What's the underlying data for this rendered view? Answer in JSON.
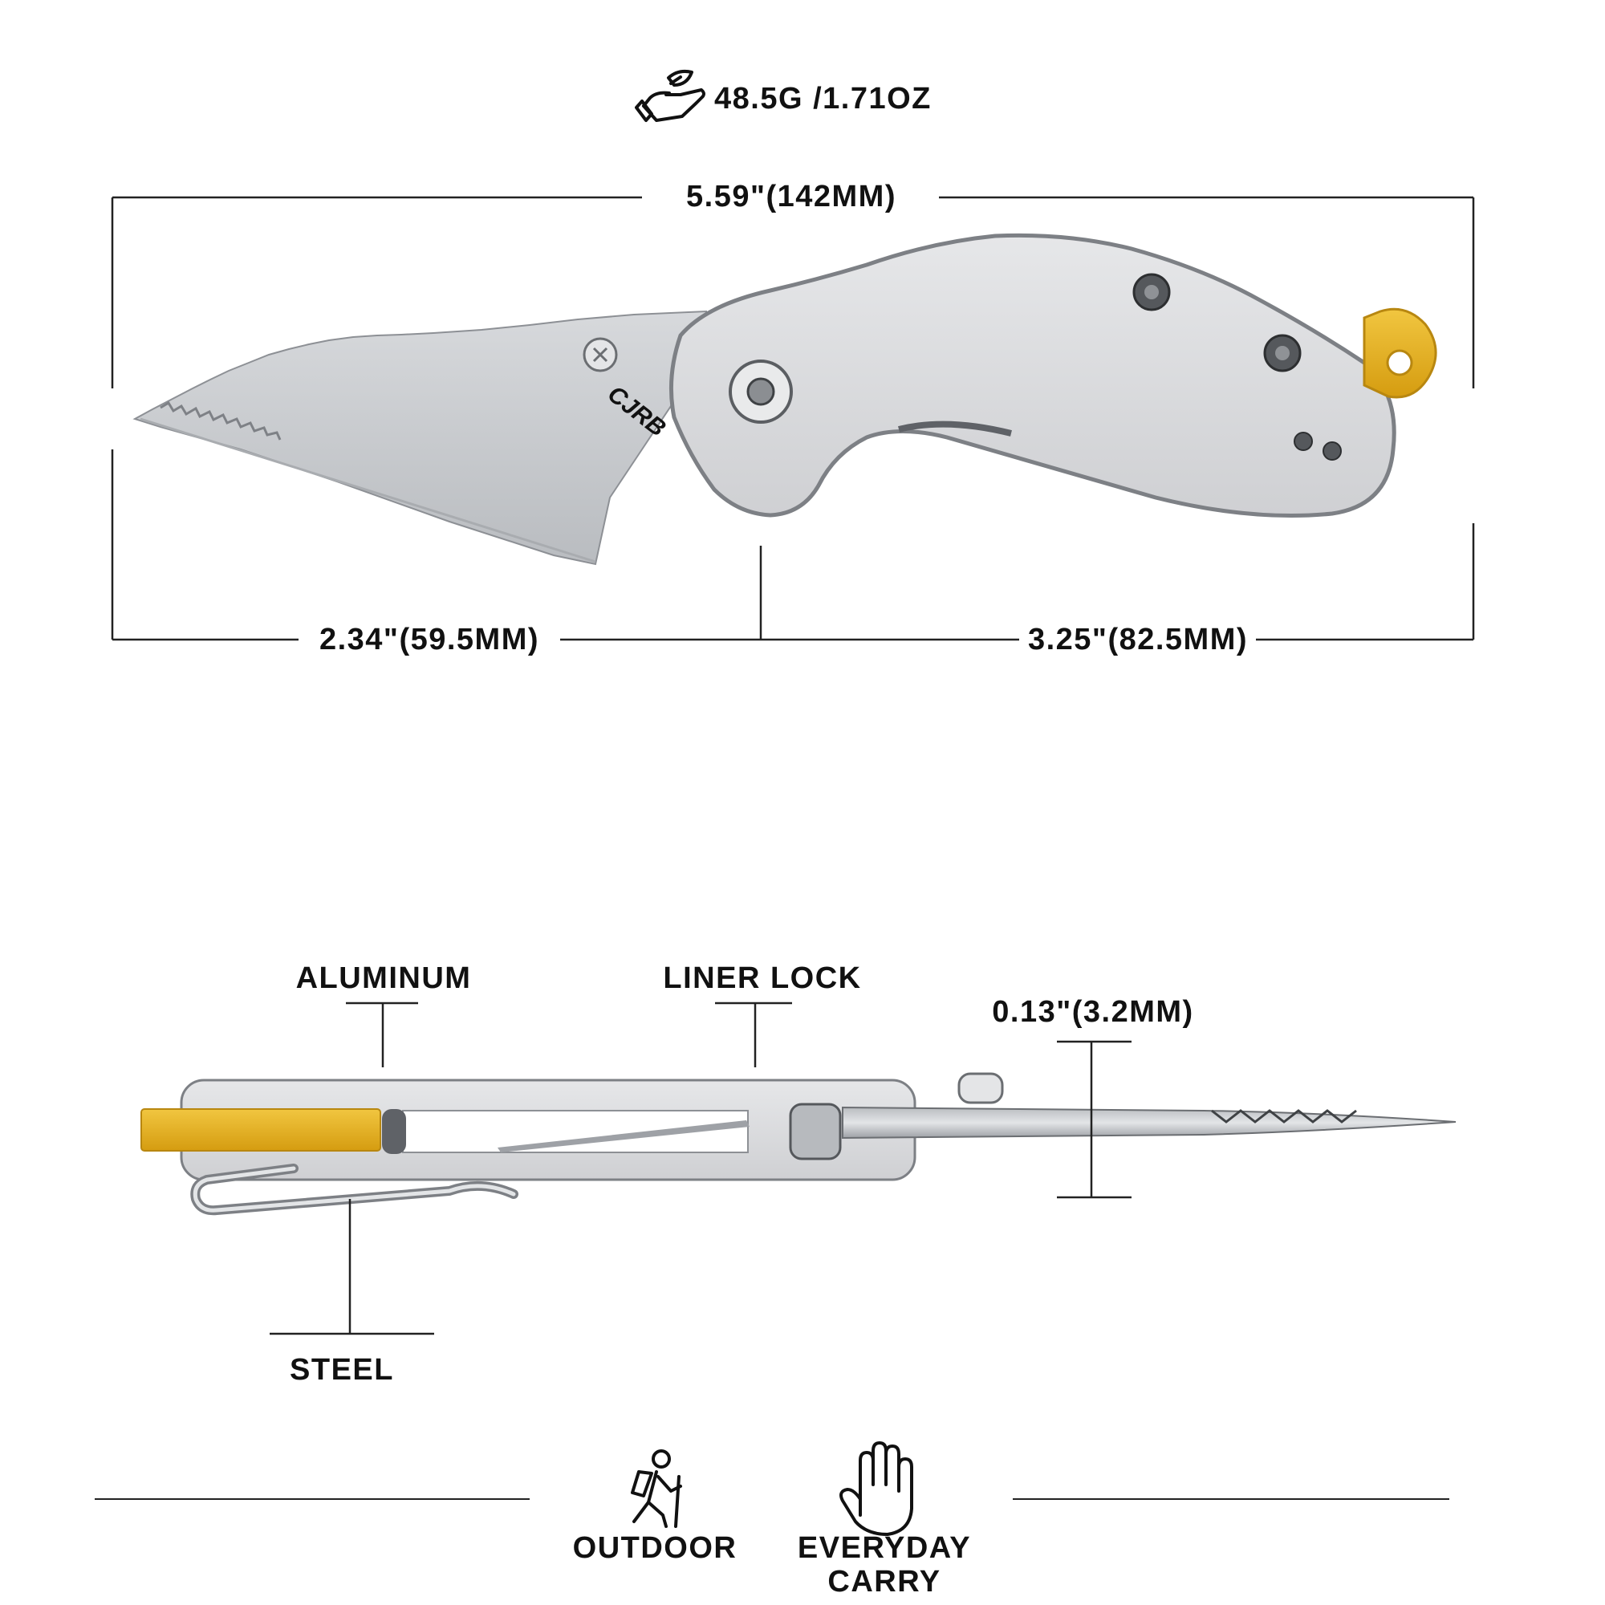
{
  "weight": {
    "icon": "hand-leaf-icon",
    "text": "48.5G /1.71OZ"
  },
  "dimensions": {
    "overall_length": "5.59\"(142MM)",
    "blade_length": "2.34\"(59.5MM)",
    "handle_length": "3.25\"(82.5MM)",
    "blade_thickness": "0.13\"(3.2MM)"
  },
  "logo": {
    "text": "CJRB"
  },
  "materials": {
    "handle": "ALUMINUM",
    "lock": "LINER LOCK",
    "clip": "STEEL"
  },
  "uses": [
    {
      "icon": "hiker-icon",
      "label": "OUTDOOR"
    },
    {
      "icon": "raised-hand-icon",
      "label_line1": "EVERYDAY",
      "label_line2": "CARRY"
    }
  ],
  "colors": {
    "text": "#111111",
    "lines": "#222222",
    "handle": "#d9dadc",
    "blade": "#c9cbce",
    "accent_gold": "#e6b21a"
  }
}
